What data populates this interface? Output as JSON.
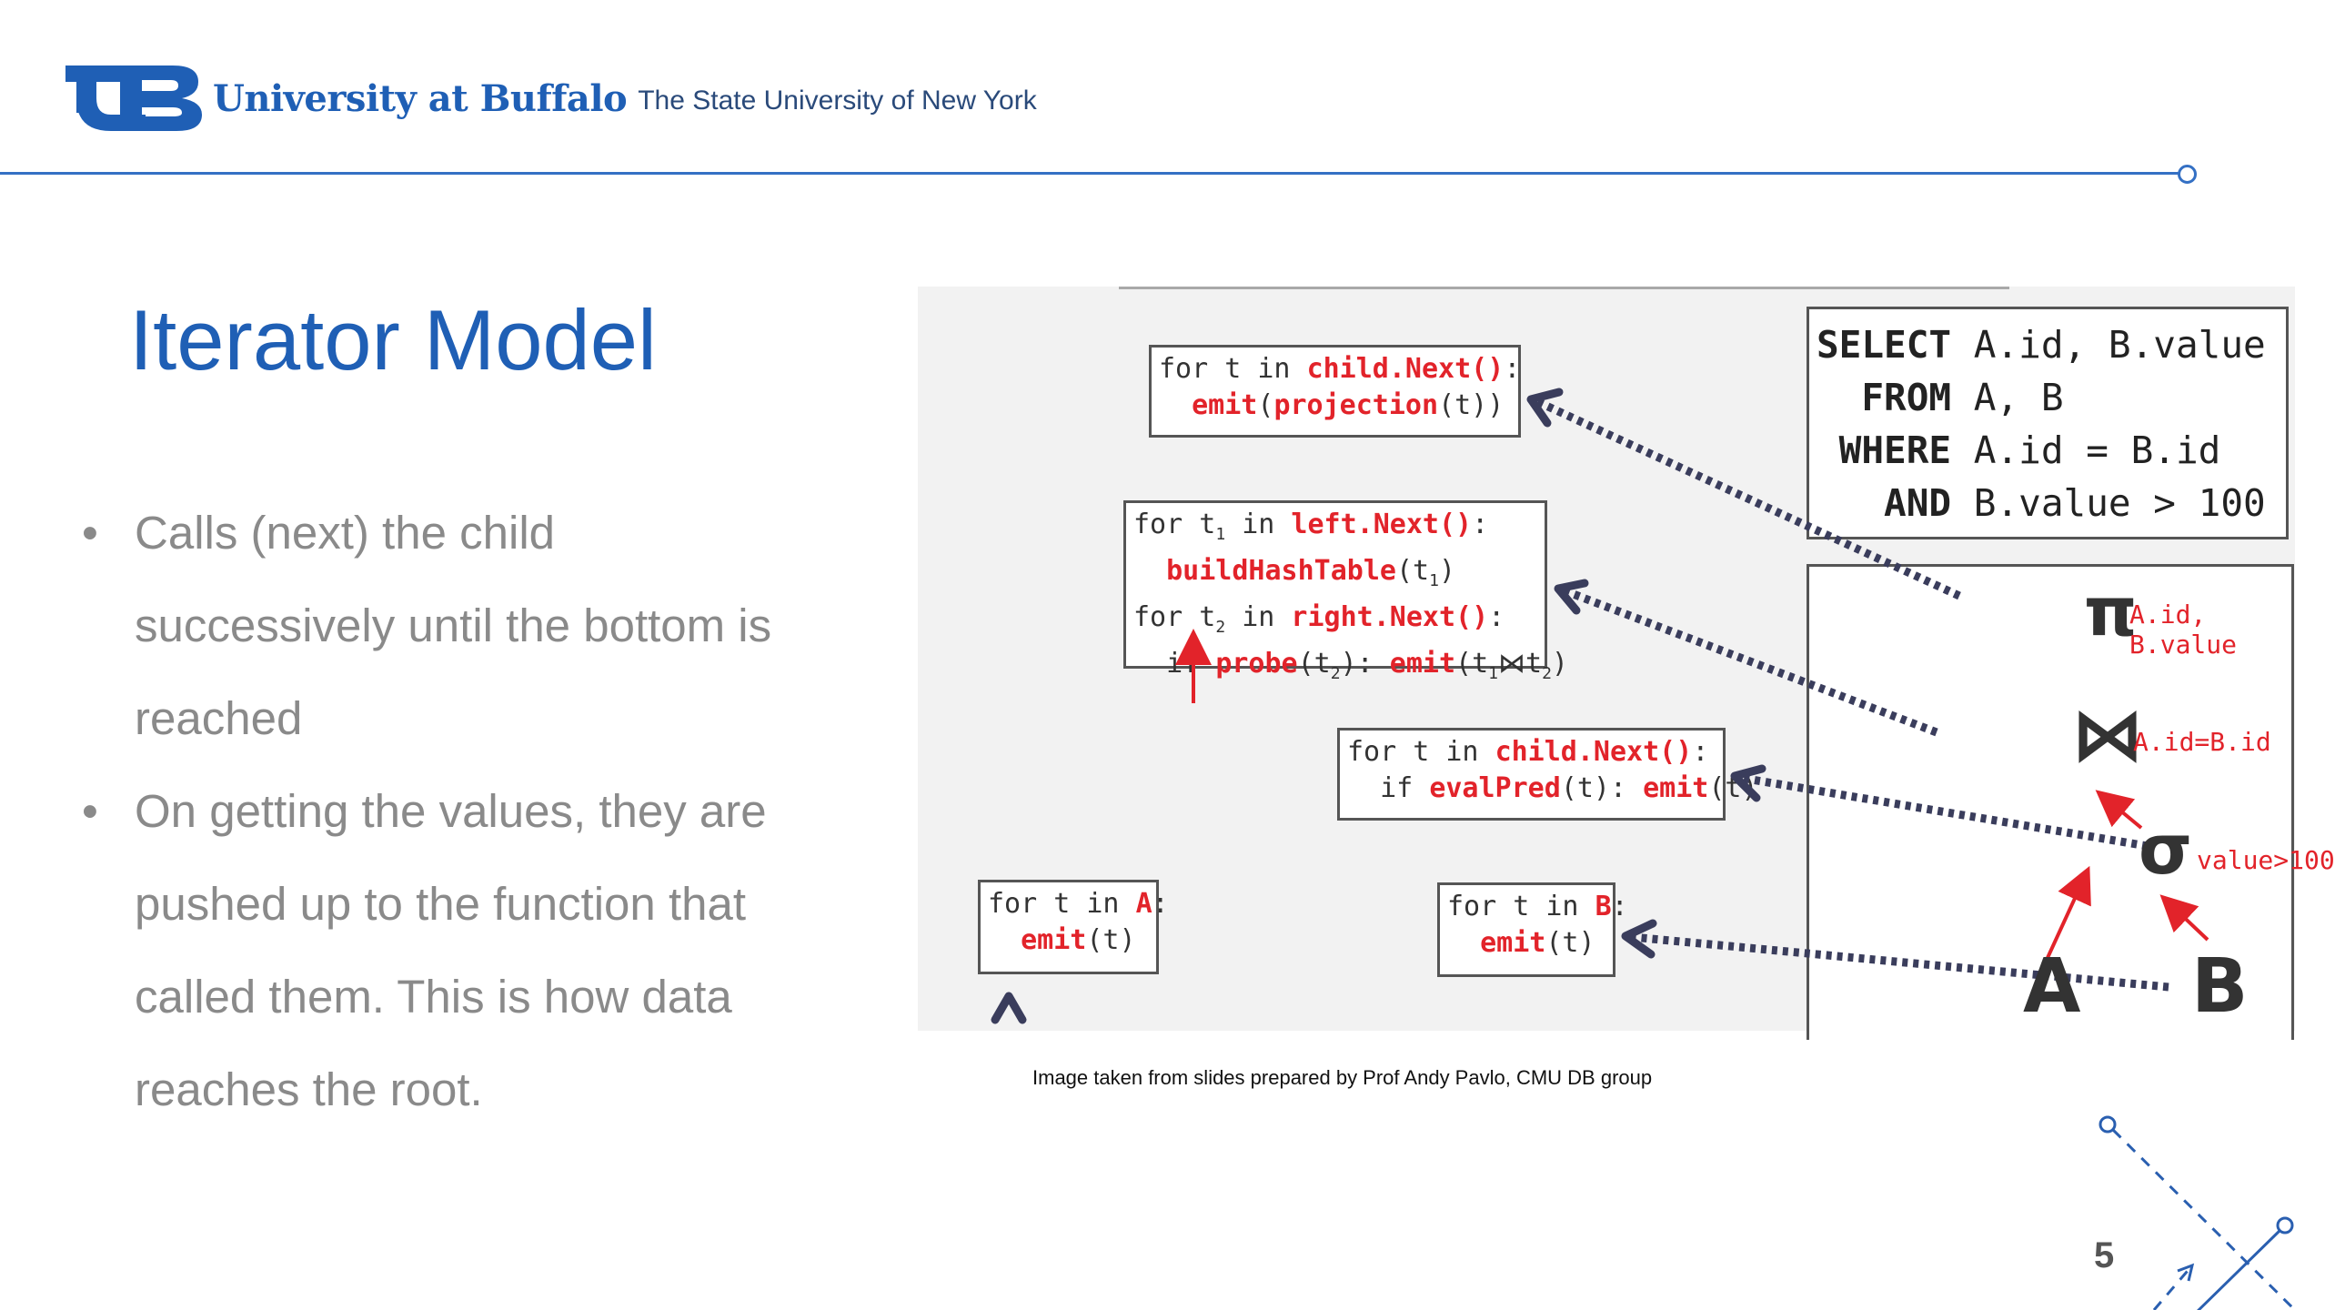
{
  "header": {
    "institution": "University at Buffalo",
    "subtitle": "The State University of New York",
    "logo": "ub-logo"
  },
  "slide": {
    "title": "Iterator Model",
    "bullets": [
      "Calls (next) the child successively until the bottom is reached",
      "On getting the values, they are pushed up to the function that called them. This is how data reaches the root."
    ],
    "bullet_glyph": "•",
    "caption": "Image taken from slides prepared by Prof Andy Pavlo, CMU DB group",
    "page_number": "5"
  },
  "figure": {
    "sql": [
      {
        "kw": "SELECT",
        "rest": " A.id, B.value"
      },
      {
        "kw": "  FROM",
        "rest": " A, B"
      },
      {
        "kw": " WHERE",
        "rest": " A.id = B.id"
      },
      {
        "kw": "   AND",
        "rest": " B.value > 100"
      }
    ],
    "projection": {
      "line1_pre": "for t in ",
      "line1_fn": "child.Next()",
      "line1_post": ":",
      "line2_fn": "emit",
      "line2_mid": "(",
      "line2_fn2": "projection",
      "line2_post": "(t))"
    },
    "join": {
      "l1_pre": "for t",
      "l1_sub": "1",
      "l1_mid": " in ",
      "l1_fn": "left.Next()",
      "l1_post": ":",
      "l2_fn": "buildHashTable",
      "l2_post": "(t",
      "l2_sub": "1",
      "l2_end": ")",
      "l3_pre": "for t",
      "l3_sub": "2",
      "l3_mid": " in ",
      "l3_fn": "right.Next()",
      "l3_post": ":",
      "l4_pre": "  if ",
      "l4_fn": "probe",
      "l4_a": "(t",
      "l4_sub1": "2",
      "l4_b": "): ",
      "l4_fn2": "emit",
      "l4_c": "(t",
      "l4_sub2": "1",
      "l4_join": "⋈",
      "l4_d": "t",
      "l4_sub3": "2",
      "l4_e": ")"
    },
    "filter": {
      "l1_pre": "for t in ",
      "l1_fn": "child.Next()",
      "l1_post": ":",
      "l2_pre": "  if ",
      "l2_fn": "evalPred",
      "l2_mid": "(t): ",
      "l2_fn2": "emit",
      "l2_post": "(t)"
    },
    "scan_a": {
      "l1_pre": "for t in ",
      "l1_fn": "A",
      "l1_post": ":",
      "l2_fn": "emit",
      "l2_post": "(t)"
    },
    "scan_b": {
      "l1_pre": "for t in ",
      "l1_fn": "B",
      "l1_post": ":",
      "l2_fn": "emit",
      "l2_post": "(t)"
    },
    "plan": {
      "pi_symbol": "π",
      "pi_label": "A.id, B.value",
      "join_symbol": "⋈",
      "join_label": "A.id=B.id",
      "sigma_symbol": "σ",
      "sigma_label": "value>100",
      "table_a": "A",
      "table_b": "B"
    },
    "colors": {
      "accent": "#e2232a",
      "arrow": "#3a3d5c",
      "ub_blue": "#1f5fb5"
    }
  }
}
